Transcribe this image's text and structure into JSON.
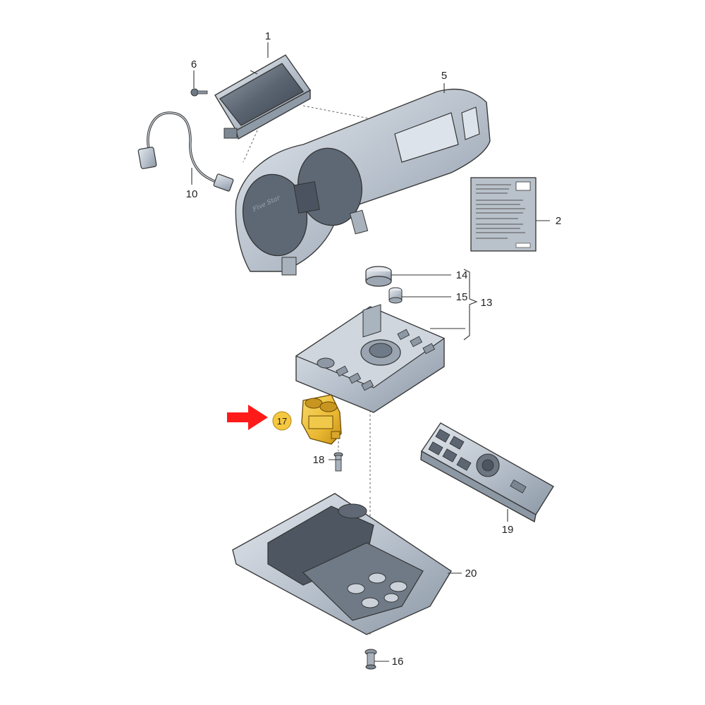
{
  "callouts": [
    {
      "id": "c1",
      "label": "1"
    },
    {
      "id": "c2",
      "label": "2"
    },
    {
      "id": "c5",
      "label": "5"
    },
    {
      "id": "c6",
      "label": "6"
    },
    {
      "id": "c10",
      "label": "10"
    },
    {
      "id": "c13",
      "label": "13"
    },
    {
      "id": "c14",
      "label": "14"
    },
    {
      "id": "c15",
      "label": "15"
    },
    {
      "id": "c16",
      "label": "16"
    },
    {
      "id": "c17",
      "label": "17"
    },
    {
      "id": "c18",
      "label": "18"
    },
    {
      "id": "c19",
      "label": "19"
    },
    {
      "id": "c20",
      "label": "20"
    }
  ],
  "highlight": {
    "part": "17",
    "arrow_color": "#ff1a1a",
    "part_color": "#f2c23a",
    "badge_color": "#f5c840"
  },
  "colors": {
    "metal": "#b7c0cb",
    "metal_dark": "#7e8a98",
    "metal_light": "#dfe4ea",
    "line": "#3a3a3a"
  },
  "icons": [
    "screen-icon",
    "connector-icon",
    "screw-icon",
    "bezel-icon",
    "knob-icon",
    "keypad-icon",
    "remote-icon",
    "console-icon",
    "label-sticker-icon",
    "arrow-icon"
  ]
}
